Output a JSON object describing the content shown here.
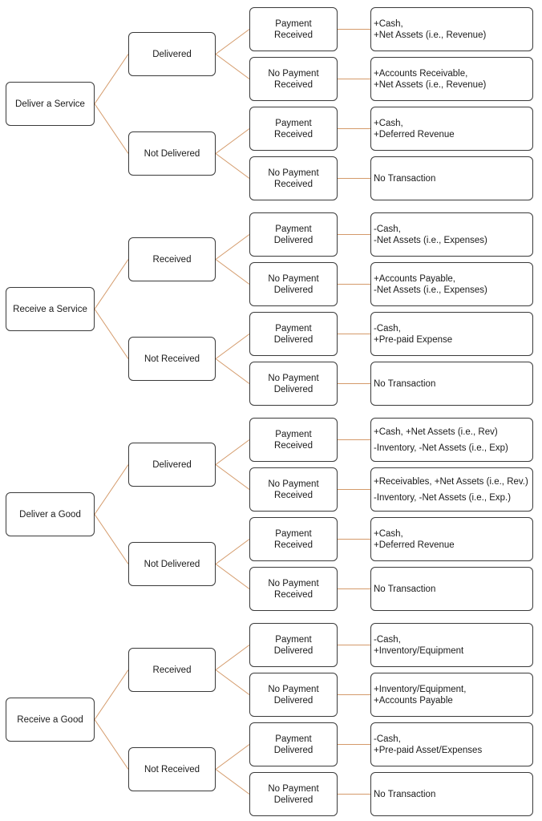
{
  "style": {
    "line_color": "#d49a6a",
    "box_border": "#3a3a3a"
  },
  "trees": [
    {
      "label": "Deliver a Service",
      "branches": [
        {
          "label": "Delivered",
          "leaves": [
            {
              "payment": "Payment Received",
              "outcome": [
                "+Cash,",
                "+Net Assets (i.e., Revenue)"
              ]
            },
            {
              "payment": "No Payment Received",
              "outcome": [
                "+Accounts Receivable,",
                "+Net Assets (i.e., Revenue)"
              ]
            }
          ]
        },
        {
          "label": "Not Delivered",
          "leaves": [
            {
              "payment": "Payment Received",
              "outcome": [
                "+Cash,",
                "+Deferred Revenue"
              ]
            },
            {
              "payment": "No Payment Received",
              "outcome": [
                "No Transaction"
              ]
            }
          ]
        }
      ]
    },
    {
      "label": "Receive a Service",
      "branches": [
        {
          "label": "Received",
          "leaves": [
            {
              "payment": "Payment Delivered",
              "outcome": [
                "-Cash,",
                "-Net Assets (i.e., Expenses)"
              ]
            },
            {
              "payment": "No Payment Delivered",
              "outcome": [
                "+Accounts Payable,",
                "-Net Assets (i.e., Expenses)"
              ]
            }
          ]
        },
        {
          "label": "Not Received",
          "leaves": [
            {
              "payment": "Payment Delivered",
              "outcome": [
                "-Cash,",
                "+Pre-paid Expense"
              ]
            },
            {
              "payment": "No Payment Delivered",
              "outcome": [
                "No Transaction"
              ]
            }
          ]
        }
      ]
    },
    {
      "label": "Deliver a Good",
      "branches": [
        {
          "label": "Delivered",
          "leaves": [
            {
              "payment": "Payment Received",
              "outcome": [
                "+Cash, +Net Assets (i.e., Rev)",
                "-Inventory, -Net Assets (i.e., Exp)"
              ],
              "spaced": true
            },
            {
              "payment": "No Payment Received",
              "outcome": [
                "+Receivables, +Net Assets (i.e., Rev.)",
                "-Inventory, -Net Assets (i.e., Exp.)"
              ],
              "spaced": true
            }
          ]
        },
        {
          "label": "Not Delivered",
          "leaves": [
            {
              "payment": "Payment Received",
              "outcome": [
                "+Cash,",
                "+Deferred Revenue"
              ]
            },
            {
              "payment": "No Payment Received",
              "outcome": [
                "No Transaction"
              ]
            }
          ]
        }
      ]
    },
    {
      "label": "Receive a Good",
      "branches": [
        {
          "label": "Received",
          "leaves": [
            {
              "payment": "Payment Delivered",
              "outcome": [
                "-Cash,",
                "+Inventory/Equipment"
              ]
            },
            {
              "payment": "No Payment Delivered",
              "outcome": [
                "+Inventory/Equipment,",
                "+Accounts Payable"
              ]
            }
          ]
        },
        {
          "label": "Not Received",
          "leaves": [
            {
              "payment": "Payment Delivered",
              "outcome": [
                "-Cash,",
                "+Pre-paid Asset/Expenses"
              ]
            },
            {
              "payment": "No Payment Delivered",
              "outcome": [
                "No Transaction"
              ]
            }
          ]
        }
      ]
    }
  ]
}
